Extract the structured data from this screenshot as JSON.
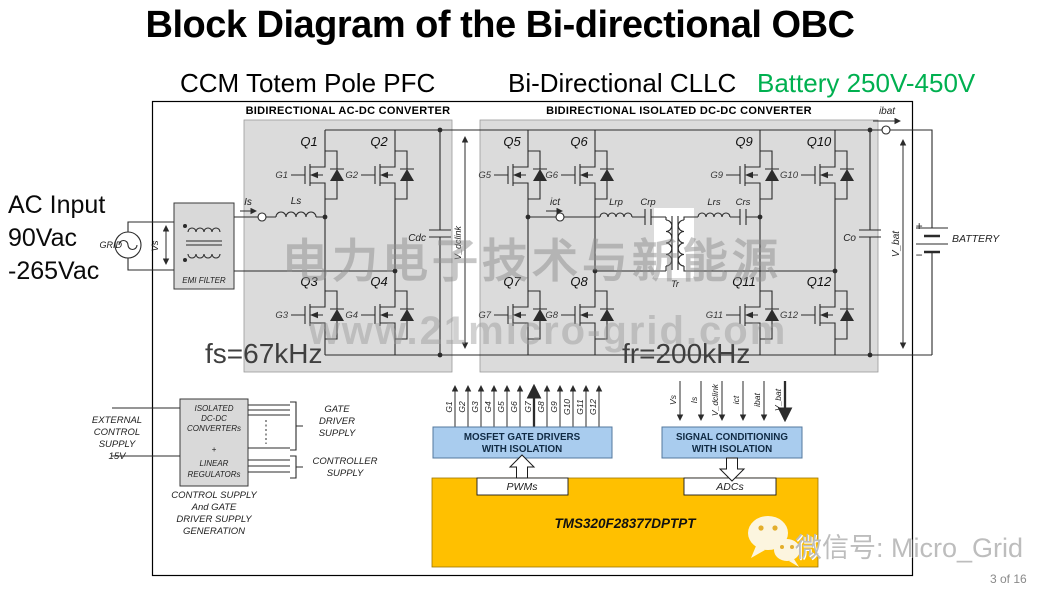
{
  "slide": {
    "title": "Block Diagram of the Bi-directional OBC",
    "page": "3 of 16",
    "wechat": "微信号: Micro_Grid"
  },
  "subtitles": {
    "pfc": "CCM Totem Pole PFC",
    "cllc": "Bi-Directional CLLC",
    "battery": "Battery 250V-450V"
  },
  "colors": {
    "battery_green": "#00B050",
    "block_gray": "#DBDBDB",
    "panel_gray": "#D9D9D9",
    "blue_box": "#A9CCEE",
    "mcu_yellow": "#FFC000",
    "line": "#2b2b2b"
  },
  "acdc": {
    "header": "BIDIRECTIONAL AC-DC CONVERTER",
    "freq": "fs=67kHz"
  },
  "dcdc": {
    "header": "BIDIRECTIONAL ISOLATED DC-DC CONVERTER",
    "freq": "fr=200kHz"
  },
  "ac_input": {
    "line1": "AC Input",
    "line2": "90Vac",
    "line3": "-265Vac",
    "grid": "GRID",
    "vs": "Vs",
    "emi": "EMI FILTER"
  },
  "net_labels": {
    "is": "Is",
    "ls": "Ls",
    "cdc": "Cdc",
    "vdclink": "V_dclink",
    "ict": "ict",
    "lrp": "Lrp",
    "crp": "Crp",
    "lrs": "Lrs",
    "crs": "Crs",
    "tr": "Tr",
    "co": "Co",
    "ibat": "ibat",
    "vbat": "V_bat",
    "plus": "+",
    "minus": "−",
    "battery": "BATTERY"
  },
  "mosfets": [
    {
      "q": "Q1",
      "g": "G1"
    },
    {
      "q": "Q2",
      "g": "G2"
    },
    {
      "q": "Q3",
      "g": "G3"
    },
    {
      "q": "Q4",
      "g": "G4"
    },
    {
      "q": "Q5",
      "g": "G5"
    },
    {
      "q": "Q6",
      "g": "G6"
    },
    {
      "q": "Q7",
      "g": "G7"
    },
    {
      "q": "Q8",
      "g": "G8"
    },
    {
      "q": "Q9",
      "g": "G9"
    },
    {
      "q": "Q10",
      "g": "G10"
    },
    {
      "q": "Q11",
      "g": "G11"
    },
    {
      "q": "Q12",
      "g": "G12"
    }
  ],
  "gate_signals": [
    "G1",
    "G2",
    "G3",
    "G4",
    "G5",
    "G6",
    "G7",
    "G8",
    "G9",
    "G10",
    "G11",
    "G12"
  ],
  "sense_signals": [
    "Vs",
    "Is",
    "V_dclink",
    "ict",
    "ibat",
    "V_bat"
  ],
  "driver_box": {
    "line1": "MOSFET GATE DRIVERS",
    "line2": "WITH ISOLATION"
  },
  "signal_box": {
    "line1": "SIGNAL CONDITIONING",
    "line2": "WITH ISOLATION"
  },
  "mcu": {
    "chip": "TMS320F28377DPTPT",
    "pwms": "PWMs",
    "adcs": "ADCs"
  },
  "supply": {
    "external": [
      "EXTERNAL",
      "CONTROL",
      "SUPPLY",
      "15V"
    ],
    "box_top": [
      "ISOLATED",
      "DC-DC",
      "CONVERTERs"
    ],
    "box_plus": "+",
    "box_bottom": [
      "LINEAR",
      "REGULATORs"
    ],
    "gate_driver": [
      "GATE",
      "DRIVER",
      "SUPPLY"
    ],
    "controller": [
      "CONTROLLER",
      "SUPPLY"
    ],
    "caption": [
      "CONTROL SUPPLY",
      "And GATE",
      "DRIVER SUPPLY",
      "GENERATION"
    ]
  },
  "watermark": {
    "line1": "电力电子技术与新能源",
    "line2": "www.21micro-grid.com"
  }
}
